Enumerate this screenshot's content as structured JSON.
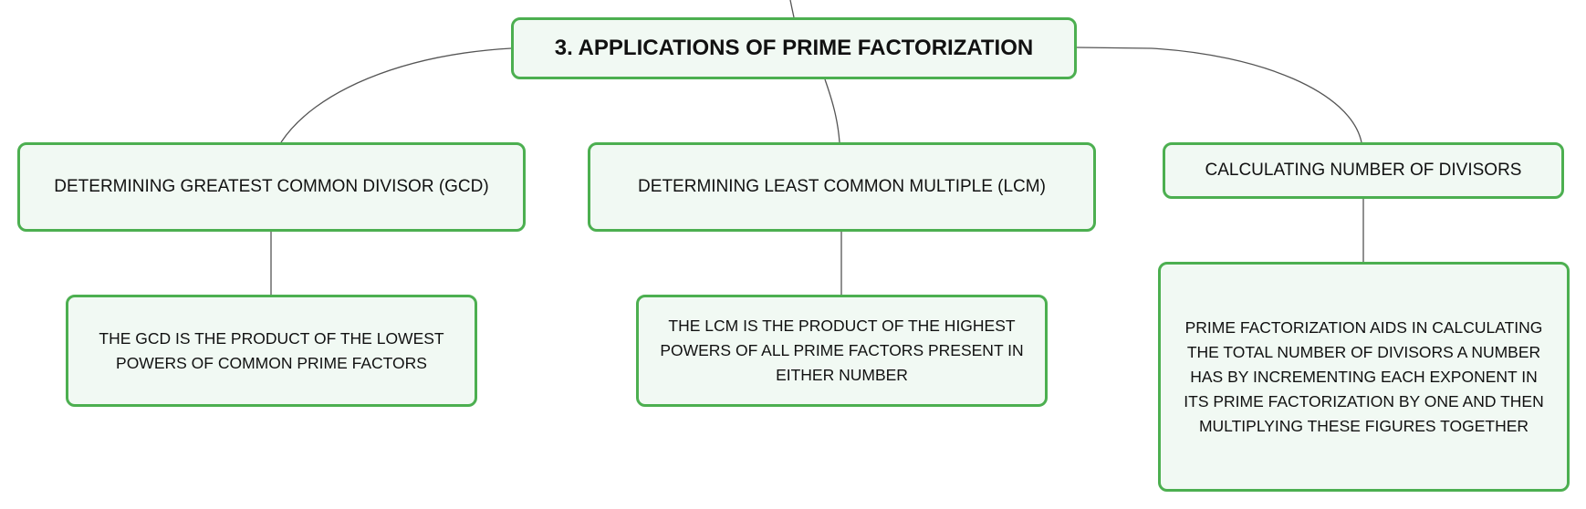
{
  "diagram": {
    "root": {
      "label": "3. APPLICATIONS OF PRIME FACTORIZATION"
    },
    "branches": [
      {
        "label": "DETERMINING GREATEST COMMON DIVISOR (GCD)",
        "detail": "THE GCD IS THE PRODUCT OF THE LOWEST POWERS OF COMMON PRIME FACTORS"
      },
      {
        "label": "DETERMINING LEAST COMMON MULTIPLE (LCM)",
        "detail": "THE LCM IS THE PRODUCT OF THE HIGHEST POWERS OF ALL PRIME FACTORS PRESENT IN EITHER NUMBER"
      },
      {
        "label": "CALCULATING NUMBER OF DIVISORS",
        "detail": "PRIME FACTORIZATION AIDS IN CALCULATING THE TOTAL NUMBER OF DIVISORS A NUMBER HAS BY INCREMENTING EACH EXPONENT IN ITS PRIME FACTORIZATION BY ONE AND THEN MULTIPLYING THESE FIGURES TOGETHER"
      }
    ],
    "colors": {
      "node_border": "#4caf50",
      "node_fill": "#f1f9f3",
      "connector": "#555555",
      "text": "#111111"
    }
  }
}
